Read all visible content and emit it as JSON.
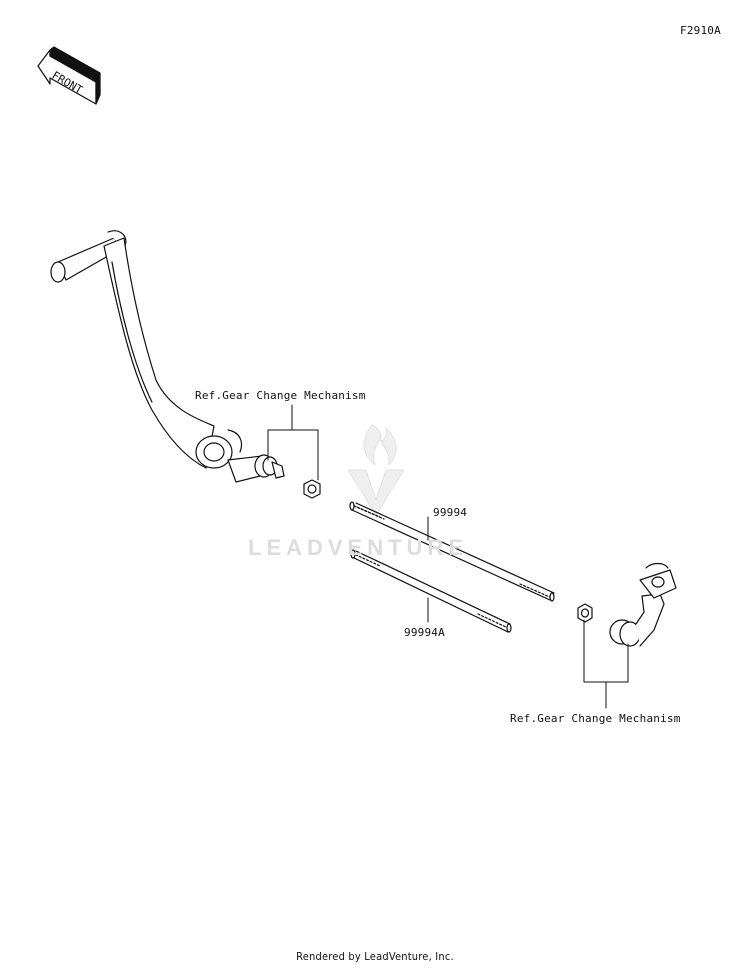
{
  "diagram": {
    "code": "F2910A",
    "front_label": "FRONT",
    "ref_upper": "Ref.Gear Change Mechanism",
    "ref_lower": "Ref.Gear Change Mechanism",
    "parts": [
      {
        "number": "99994"
      },
      {
        "number": "99994A"
      }
    ]
  },
  "watermark": {
    "text": "LEADVENTURE"
  },
  "footer": {
    "text": "Rendered by LeadVenture, Inc."
  }
}
